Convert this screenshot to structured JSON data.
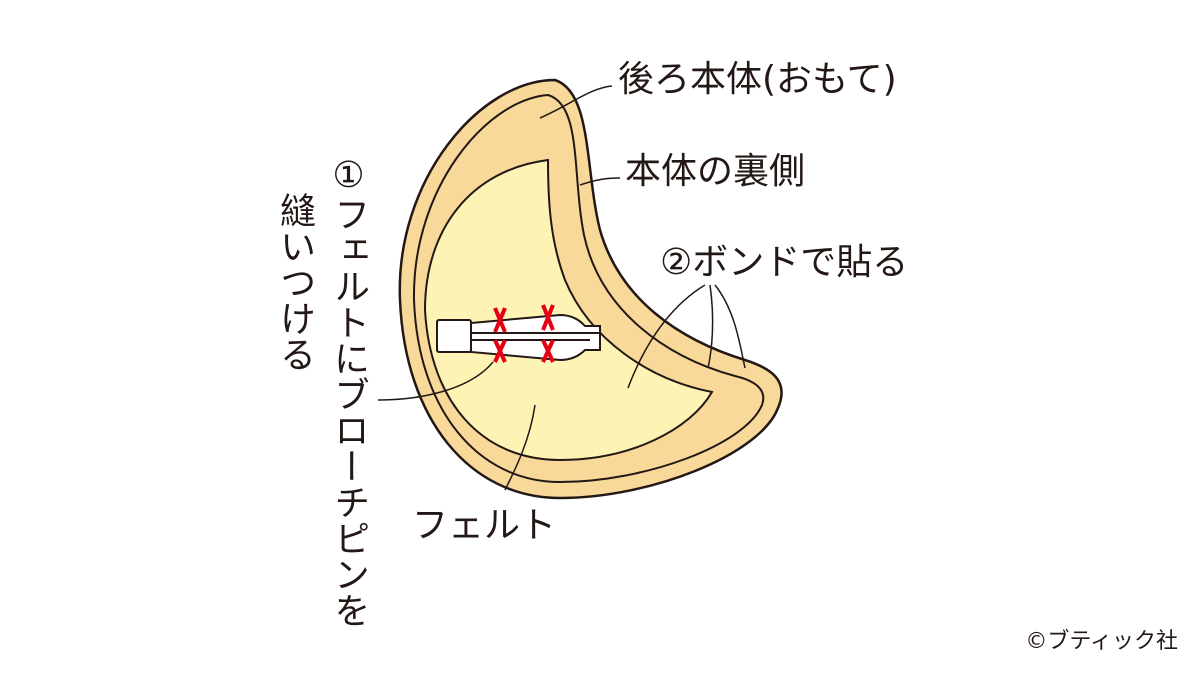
{
  "labels": {
    "back_body": "後ろ本体(おもて)",
    "body_back_side": "本体の裏側",
    "glue": "②ボンドで貼る",
    "felt": "フェルト",
    "sew_line1": "①フェルトにブローチピンを",
    "sew_line2": "縫いつける"
  },
  "copyright": "©ブティック社",
  "colors": {
    "outer": "#f8d99a",
    "felt": "#fcf3b4",
    "stitch": "#e50012",
    "line": "#231815"
  }
}
